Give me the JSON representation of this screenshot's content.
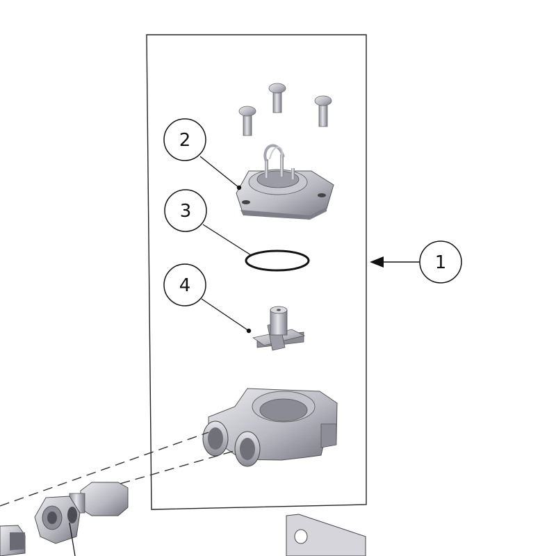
{
  "diagram": {
    "callouts": [
      {
        "id": "1",
        "label": "1"
      },
      {
        "id": "2",
        "label": "2"
      },
      {
        "id": "3",
        "label": "3"
      },
      {
        "id": "4",
        "label": "4"
      }
    ],
    "parts": [
      "screws",
      "sensor-cap",
      "o-ring",
      "impeller",
      "flow-body",
      "compression-fitting",
      "bracket"
    ],
    "colors": {
      "line": "#111111",
      "metal-light": "#d8d8de",
      "metal-mid": "#a9a9b3",
      "metal-dark": "#6f6f7a"
    }
  }
}
